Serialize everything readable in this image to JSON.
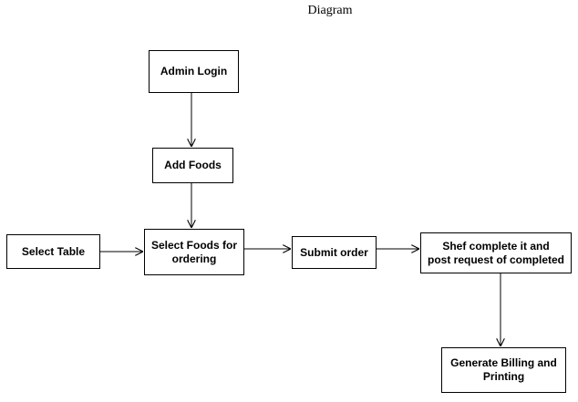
{
  "title": "Diagram",
  "nodes": {
    "admin_login": "Admin Login",
    "add_foods": "Add Foods",
    "select_table": "Select Table",
    "select_foods": "Select Foods for\nordering",
    "submit_order": "Submit order",
    "shef_complete": "Shef complete it and\npost request of completed",
    "generate_billing": "Generate Billing and\nPrinting"
  },
  "edges": [
    {
      "from": "Admin Login",
      "to": "Add Foods"
    },
    {
      "from": "Add Foods",
      "to": "Select Foods for ordering"
    },
    {
      "from": "Select Table",
      "to": "Select Foods for ordering"
    },
    {
      "from": "Select Foods for ordering",
      "to": "Submit order"
    },
    {
      "from": "Submit order",
      "to": "Shef complete it and post request of completed"
    },
    {
      "from": "Shef complete it and post request of completed",
      "to": "Generate Billing and Printing"
    }
  ],
  "colors": {
    "stroke": "#000000",
    "background": "#ffffff"
  }
}
